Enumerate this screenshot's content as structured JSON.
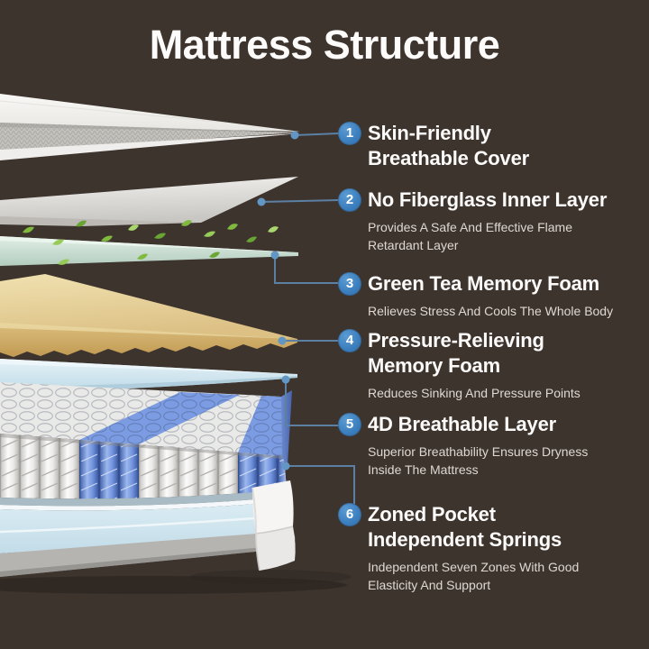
{
  "title": "Mattress Structure",
  "colors": {
    "background": "#3e342e",
    "accent_blue": "#3d80bf",
    "leader_line": "#5c80a4",
    "heading_text": "#fcfbfa",
    "description_text": "#ded8d3",
    "green_tea_layer": "#c9dccf",
    "memory_foam_layer": "#dcc084",
    "breathable_layer": "#cfe3ec",
    "spring_blue": "#7092dd",
    "spring_white": "#f0efed"
  },
  "diagram": {
    "layers": [
      "skin-friendly-breathable-cover",
      "no-fiberglass-inner-layer",
      "green-tea-memory-foam",
      "pressure-relieving-memory-foam",
      "4d-breathable-layer",
      "zoned-pocket-independent-springs"
    ]
  },
  "callouts": [
    {
      "number": "1",
      "heading": "Skin-Friendly\nBreathable Cover",
      "description": ""
    },
    {
      "number": "2",
      "heading": "No Fiberglass Inner Layer",
      "description": "Provides A Safe And Effective Flame\nRetardant Layer"
    },
    {
      "number": "3",
      "heading": "Green Tea Memory Foam",
      "description": "Relieves Stress And Cools The Whole Body"
    },
    {
      "number": "4",
      "heading": "Pressure-Relieving\nMemory Foam",
      "description": "Reduces Sinking And Pressure Points"
    },
    {
      "number": "5",
      "heading": "4D Breathable Layer",
      "description": "Superior Breathability Ensures Dryness\nInside The Mattress"
    },
    {
      "number": "6",
      "heading": "Zoned Pocket\nIndependent Springs",
      "description": "Independent Seven Zones With Good\nElasticity And Support"
    }
  ]
}
